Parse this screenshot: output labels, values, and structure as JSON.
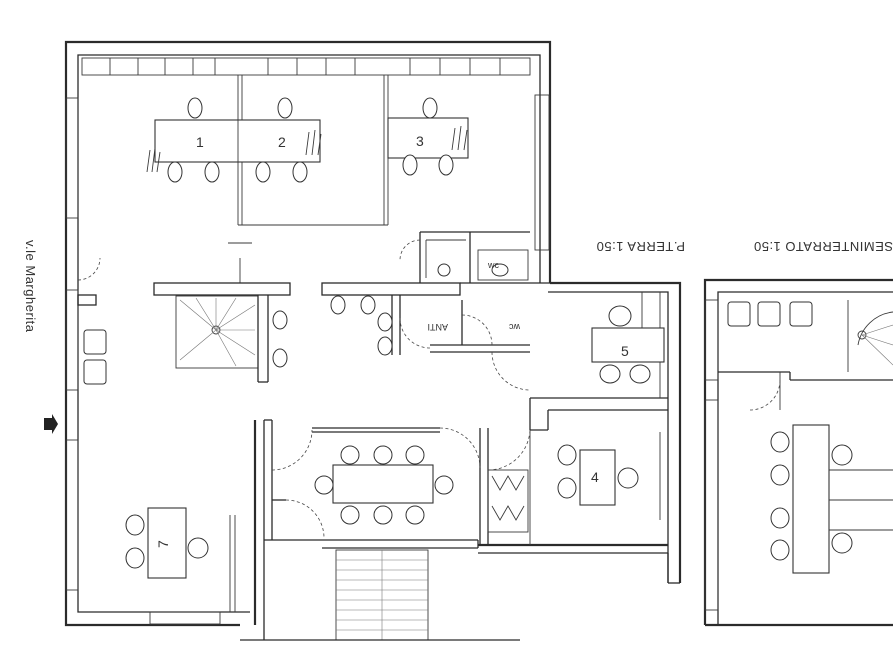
{
  "street_label": "v.le Margherita",
  "plan_titles": {
    "ground_floor": "P.TERRA 1:50",
    "basement": "SEMINTERRATO 1:50"
  },
  "rooms": {
    "office_1": "1",
    "office_2": "2",
    "office_3": "3",
    "office_4": "4",
    "office_5": "5",
    "office_7": "7",
    "wc_1": "wc",
    "wc_2": "wc",
    "anti": "ANTI"
  }
}
